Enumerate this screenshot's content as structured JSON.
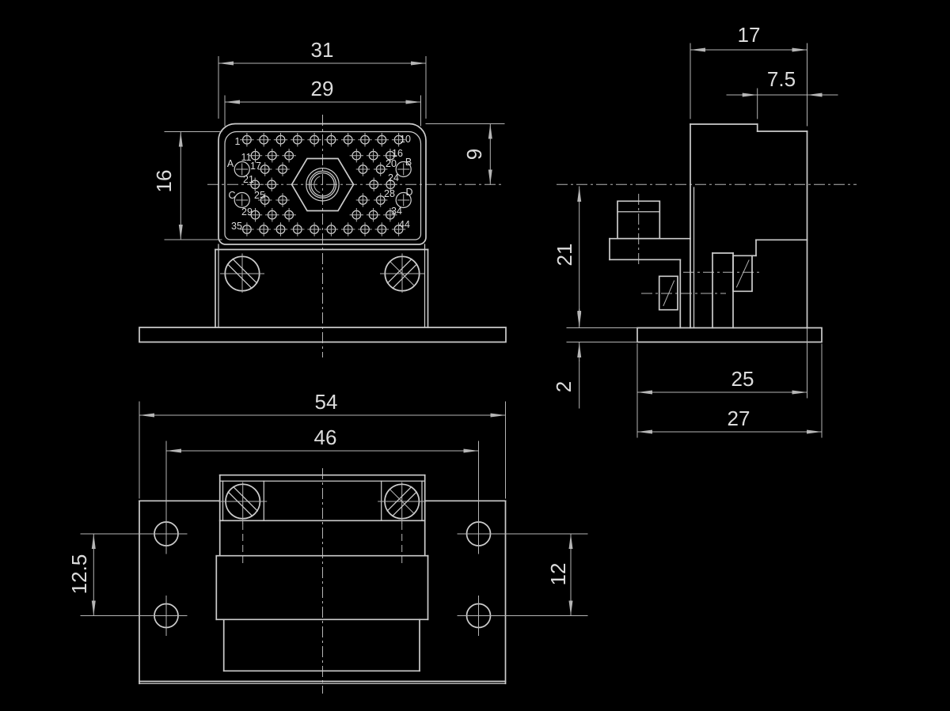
{
  "colors": {
    "background": "#000000",
    "line": "#cccccc",
    "thin_line": "#b5b5b5",
    "text": "#dcdcdc"
  },
  "front_view": {
    "dim_face_width": "31",
    "dim_insert_width": "29",
    "dim_insert_height": "16",
    "dim_face_top_to_axis": "9",
    "pin_labels": [
      "1",
      "10",
      "11",
      "16",
      "A",
      "17",
      "20",
      "B",
      "21",
      "24",
      "C",
      "25",
      "28",
      "D",
      "29",
      "34",
      "35",
      "44"
    ]
  },
  "side_view": {
    "dim_shell_depth": "17",
    "dim_face_step_depth": "7.5",
    "dim_axis_to_flange": "21",
    "dim_flange_thickness": "2",
    "dim_flange_to_body": "25",
    "dim_flange_width": "27"
  },
  "bottom_view": {
    "dim_flange_length": "54",
    "dim_mount_hole_span": "46",
    "dim_hole_pitch_left": "12.5",
    "dim_hole_pitch_right": "12"
  }
}
